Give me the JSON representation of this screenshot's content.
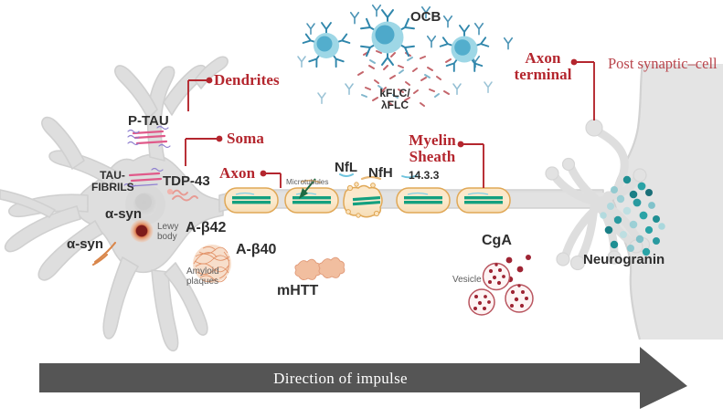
{
  "figure": {
    "background": "#ffffff",
    "neuron_color": "#dedede",
    "accent_red": "#b4262e",
    "accent_teal": "#2aa9a0",
    "arrow_color": "#555555"
  },
  "callouts": [
    {
      "id": "dendrites",
      "text": "Dendrites"
    },
    {
      "id": "soma",
      "text": "Soma"
    },
    {
      "id": "axon",
      "text": "Axon"
    },
    {
      "id": "myelin_sheath",
      "text": "Myelin\nSheath"
    },
    {
      "id": "axon_terminal",
      "text": "Axon\nterminal"
    },
    {
      "id": "post_synaptic_cell",
      "text": "Post synaptic–cell"
    }
  ],
  "biomarkers": [
    {
      "id": "p_tau",
      "text": "P-TAU"
    },
    {
      "id": "tau_fibrils",
      "text": "TAU-\nFIBRILS"
    },
    {
      "id": "tdp43",
      "text": "TDP-43"
    },
    {
      "id": "a_syn_soma",
      "text": "α-syn"
    },
    {
      "id": "a_syn_dendrite",
      "text": "α-syn"
    },
    {
      "id": "lewy_body",
      "text": "Lewy\nbody"
    },
    {
      "id": "abeta42",
      "text": "A-β42"
    },
    {
      "id": "amyloid_plaques",
      "text": "Amyloid\nplaques"
    },
    {
      "id": "abeta40",
      "text": "A-β40"
    },
    {
      "id": "mhtt",
      "text": "mHTT"
    },
    {
      "id": "microtubules",
      "text": "Microtubules"
    },
    {
      "id": "nfl",
      "text": "NfL"
    },
    {
      "id": "nfh",
      "text": "NfH"
    },
    {
      "id": "protein_1433",
      "text": "14.3.3"
    },
    {
      "id": "cga",
      "text": "CgA"
    },
    {
      "id": "vesicle",
      "text": "Vesicle"
    },
    {
      "id": "neurogranin",
      "text": "Neurogranin"
    },
    {
      "id": "ocb",
      "text": "OCB"
    },
    {
      "id": "kflc_lflc",
      "text": "kFLC/\nλFLC"
    }
  ],
  "impulse_arrow": {
    "label": "Direction of impulse"
  }
}
